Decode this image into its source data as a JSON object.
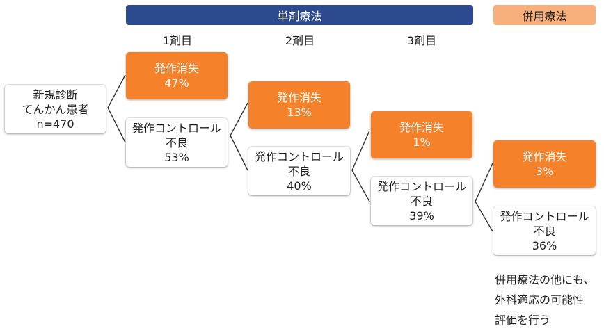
{
  "header": {
    "monotherapy": "単剤療法",
    "combination": "併用療法"
  },
  "columns": [
    "1剤目",
    "2剤目",
    "3剤目"
  ],
  "root": {
    "line1": "新規診断",
    "line2": "てんかん患者",
    "line3": "n=470"
  },
  "stage1": {
    "free": {
      "label": "発作消失",
      "value": "47%"
    },
    "poor": {
      "line1": "発作コントロール",
      "line2": "不良",
      "value": "53%"
    }
  },
  "stage2": {
    "free": {
      "label": "発作消失",
      "value": "13%"
    },
    "poor": {
      "line1": "発作コントロール",
      "line2": "不良",
      "value": "40%"
    }
  },
  "stage3": {
    "free": {
      "label": "発作消失",
      "value": "1%"
    },
    "poor": {
      "line1": "発作コントロール",
      "line2": "不良",
      "value": "39%"
    }
  },
  "stage4": {
    "free": {
      "label": "発作消失",
      "value": "3%"
    },
    "poor": {
      "line1": "発作コントロール",
      "line2": "不良",
      "value": "36%"
    }
  },
  "note": {
    "line1": "併用療法の他にも、",
    "line2": "外科適応の可能性",
    "line3": "評価を行う"
  },
  "colors": {
    "monotherapy_bar": "#2e4a8e",
    "combination_bar": "#f7b07c",
    "seizure_free": "#f5822a",
    "poor_control": "#ffffff"
  }
}
